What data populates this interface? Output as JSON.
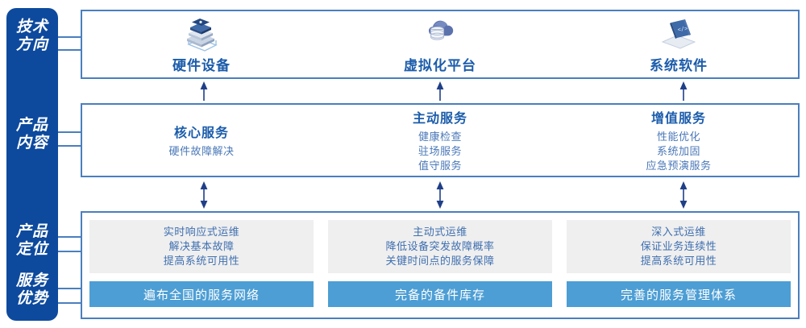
{
  "rail": {
    "labels": [
      {
        "name": "tech-direction",
        "line1": "技术",
        "line2": "方向"
      },
      {
        "name": "product-content",
        "line1": "产品",
        "line2": "内容"
      },
      {
        "name": "product-position",
        "line1": "产品",
        "line2": "定位"
      },
      {
        "name": "service-advantage",
        "line1": "服务",
        "line2": "优势"
      }
    ],
    "color": "#0d4a9e"
  },
  "colors": {
    "rail_blue": "#0d4a9e",
    "border_blue": "#4a7fbe",
    "title_blue": "#1b5cab",
    "body_blue": "#4a78b8",
    "grey_card": "#efefef",
    "bar_blue": "#4d9ed4",
    "arrow_navy": "#1f3f88"
  },
  "tech_row": {
    "items": [
      {
        "icon": "server-stack-icon",
        "title": "硬件设备"
      },
      {
        "icon": "cloud-database-icon",
        "title": "虚拟化平台"
      },
      {
        "icon": "laptop-code-icon",
        "title": "系统软件"
      }
    ]
  },
  "content_row": {
    "items": [
      {
        "title": "核心服务",
        "lines": [
          "硬件故障解决"
        ]
      },
      {
        "title": "主动服务",
        "lines": [
          "健康检查",
          "驻场服务",
          "值守服务"
        ]
      },
      {
        "title": "增值服务",
        "lines": [
          "性能优化",
          "系统加固",
          "应急预演服务"
        ]
      }
    ]
  },
  "bottom_row": {
    "items": [
      {
        "positioning": [
          "实时响应式运维",
          "解决基本故障",
          "提高系统可用性"
        ],
        "advantage": "遍布全国的服务网络"
      },
      {
        "positioning": [
          "主动式运维",
          "降低设备突发故障概率",
          "关键时间点的服务保障"
        ],
        "advantage": "完备的备件库存"
      },
      {
        "positioning": [
          "深入式运维",
          "保证业务连续性",
          "提高系统可用性"
        ],
        "advantage": "完善的服务管理体系"
      }
    ]
  },
  "arrows": {
    "up_arrows_name": "up-arrow-icon",
    "double_arrows_name": "double-arrow-icon",
    "down_arrows_name": "down-arrow-icon"
  }
}
